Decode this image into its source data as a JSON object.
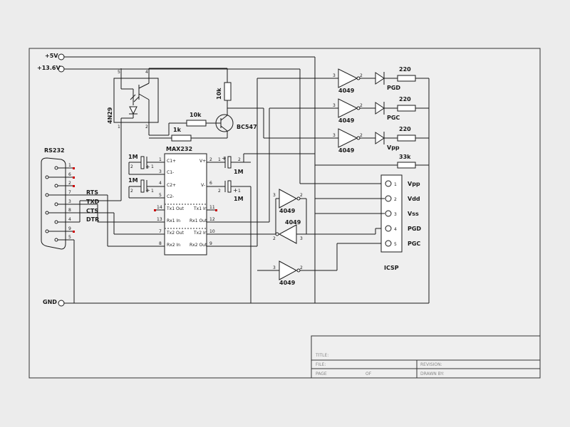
{
  "power": {
    "v5": "+5V",
    "v136": "+13.6V",
    "gnd": "GND"
  },
  "optocoupler": {
    "name": "4N29",
    "pins": [
      "5",
      "4",
      "1",
      "2"
    ]
  },
  "transistor": {
    "name": "BC547"
  },
  "resistors": {
    "r10k_v": "10k",
    "r10k_h": "10k",
    "r1k": "1k",
    "r220": [
      "220",
      "220",
      "220"
    ],
    "r33k": "33k"
  },
  "max232": {
    "name": "MAX232",
    "pins_left": [
      "C1+",
      "C1-",
      "C2+",
      "C2-",
      "Tx1 Out",
      "Rx1 In",
      "Tx2 Out",
      "Rx2 In"
    ],
    "pins_right": [
      "V+",
      "V-",
      "Tx1 In",
      "Rx1 Out",
      "Tx2 In",
      "Rx2 Out"
    ],
    "nums_left": [
      "1",
      "3",
      "4",
      "5",
      "14",
      "13",
      "7",
      "8"
    ],
    "nums_right": [
      "2",
      "6",
      "11",
      "12",
      "10",
      "9"
    ]
  },
  "caps": {
    "c1": "1M",
    "c2": "1M",
    "c3": "1M",
    "c4": "1M"
  },
  "connector": {
    "name": "RS232",
    "pins": [
      "1",
      "6",
      "2",
      "7",
      "3",
      "8",
      "4",
      "9",
      "5"
    ],
    "signals": [
      "RTS",
      "TXD",
      "CTS",
      "DTR"
    ]
  },
  "buffers": {
    "name": "4049",
    "pin_in": "3",
    "pin_out": "2"
  },
  "leds": {
    "labels": [
      "PGD",
      "PGC",
      "Vpp"
    ]
  },
  "icsp": {
    "name": "ICSP",
    "pins": [
      "1",
      "2",
      "3",
      "4",
      "5"
    ],
    "labels": [
      "Vpp",
      "Vdd",
      "Vss",
      "PGD",
      "PGC"
    ]
  },
  "titleblock": {
    "title": "TITLE:",
    "file": "FILE:",
    "page": "PAGE",
    "of": "OF",
    "revision": "REVISION:",
    "drawn_by": "DRAWN BY:"
  }
}
